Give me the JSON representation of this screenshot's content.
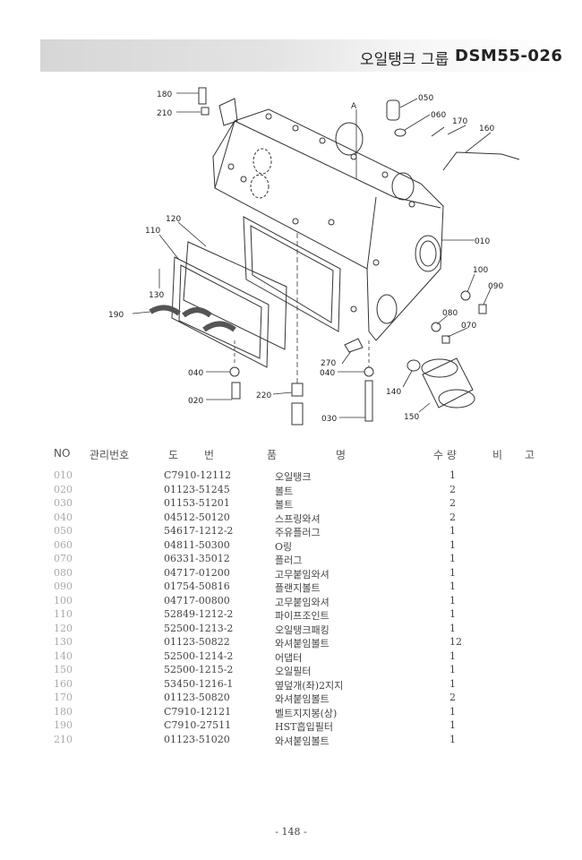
{
  "header": {
    "group_title": "오일탱크 그룹",
    "code": "DSM55-026"
  },
  "diagram": {
    "labels": [
      "180",
      "210",
      "050",
      "060",
      "170",
      "160",
      "A",
      "120",
      "110",
      "010",
      "100",
      "090",
      "130",
      "190",
      "080",
      "070",
      "270",
      "040",
      "040",
      "020",
      "220",
      "140",
      "030",
      "150"
    ]
  },
  "table": {
    "headers": {
      "no": "NO",
      "mgmt": "관리번호",
      "drawing_1": "도",
      "drawing_2": "번",
      "name_1": "품",
      "name_2": "명",
      "qty": "수 량",
      "remark_1": "비",
      "remark_2": "고"
    },
    "rows": [
      {
        "no": "010",
        "part": "C7910-12112",
        "name": "오일탱크",
        "qty": "1"
      },
      {
        "no": "020",
        "part": "01123-51245",
        "name": "볼트",
        "qty": "2"
      },
      {
        "no": "030",
        "part": "01153-51201",
        "name": "볼트",
        "qty": "2"
      },
      {
        "no": "040",
        "part": "04512-50120",
        "name": "스프링와셔",
        "qty": "2"
      },
      {
        "no": "050",
        "part": "54617-1212-2",
        "name": "주유플러그",
        "qty": "1"
      },
      {
        "no": "060",
        "part": "04811-50300",
        "name": "O링",
        "qty": "1"
      },
      {
        "no": "070",
        "part": "06331-35012",
        "name": "플러그",
        "qty": "1"
      },
      {
        "no": "080",
        "part": "04717-01200",
        "name": "고무붙임와셔",
        "qty": "1"
      },
      {
        "no": "090",
        "part": "01754-50816",
        "name": "플랜지볼트",
        "qty": "1"
      },
      {
        "no": "100",
        "part": "04717-00800",
        "name": "고무붙임와셔",
        "qty": "1"
      },
      {
        "no": "110",
        "part": "52849-1212-2",
        "name": "파이프조인트",
        "qty": "1"
      },
      {
        "no": "120",
        "part": "52500-1213-2",
        "name": "오일탱크패킹",
        "qty": "1"
      },
      {
        "no": "130",
        "part": "01123-50822",
        "name": "와셔붙임볼트",
        "qty": "12"
      },
      {
        "no": "140",
        "part": "52500-1214-2",
        "name": "어댑터",
        "qty": "1"
      },
      {
        "no": "150",
        "part": "52500-1215-2",
        "name": "오일필터",
        "qty": "1"
      },
      {
        "no": "160",
        "part": "53450-1216-1",
        "name": "옆덮개(좌)2지지",
        "qty": "1"
      },
      {
        "no": "170",
        "part": "01123-50820",
        "name": "와셔붙임볼트",
        "qty": "2"
      },
      {
        "no": "180",
        "part": "C7910-12121",
        "name": "벨트지지봉(상)",
        "qty": "1"
      },
      {
        "no": "190",
        "part": "C7910-27511",
        "name": "HST흡입필터",
        "qty": "1"
      },
      {
        "no": "210",
        "part": "01123-51020",
        "name": "와셔붙임볼트",
        "qty": "1"
      }
    ]
  },
  "footer": {
    "page": "- 148 -"
  }
}
